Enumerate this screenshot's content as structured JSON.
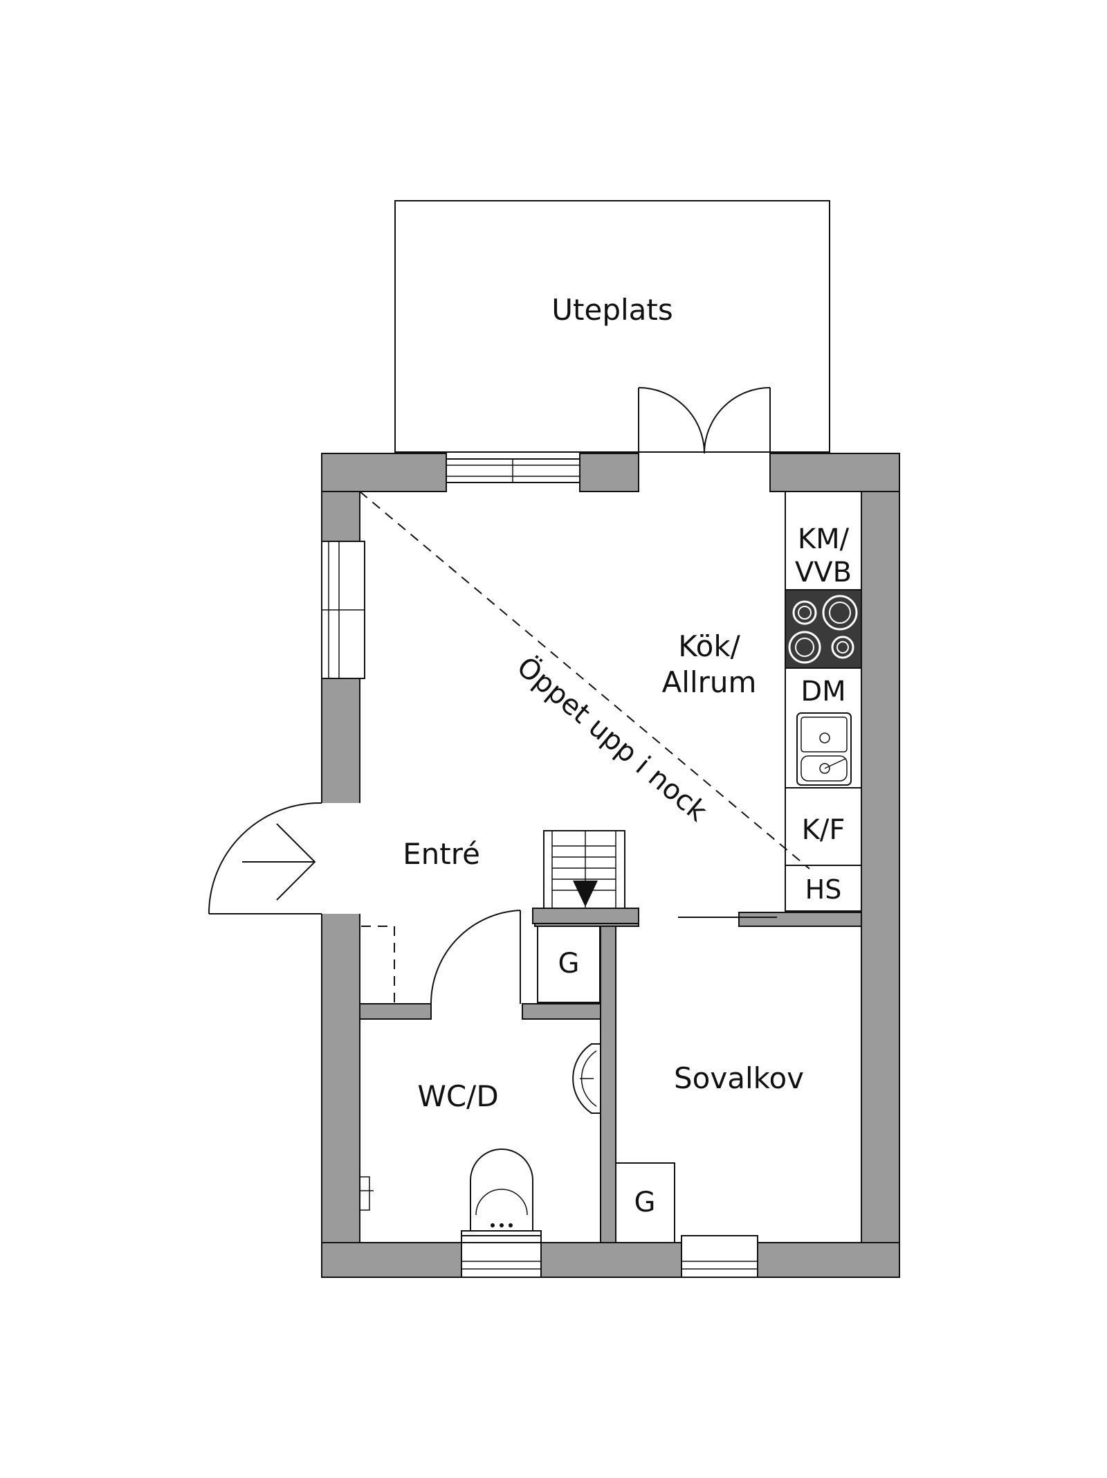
{
  "rooms": {
    "uteplats": "Uteplats",
    "kok_line1": "Kök/",
    "kok_line2": "Allrum",
    "entre": "Entré",
    "wc": "WC/D",
    "sovalkov": "Sovalkov",
    "open_ceiling": "Öppet upp i nock"
  },
  "appliances": {
    "km_line1": "KM/",
    "km_line2": "VVB",
    "dm": "DM",
    "kf": "K/F",
    "hs": "HS"
  },
  "closets": {
    "g_hall": "G",
    "g_bedroom": "G"
  },
  "colors": {
    "wall": "#9b9b9b",
    "stove": "#3a3a3a",
    "line": "#111111"
  },
  "icons": [
    "entrance-arrow-icon",
    "stair-down-arrow-icon",
    "toilet-icon",
    "sink-icon",
    "stove-icon"
  ]
}
